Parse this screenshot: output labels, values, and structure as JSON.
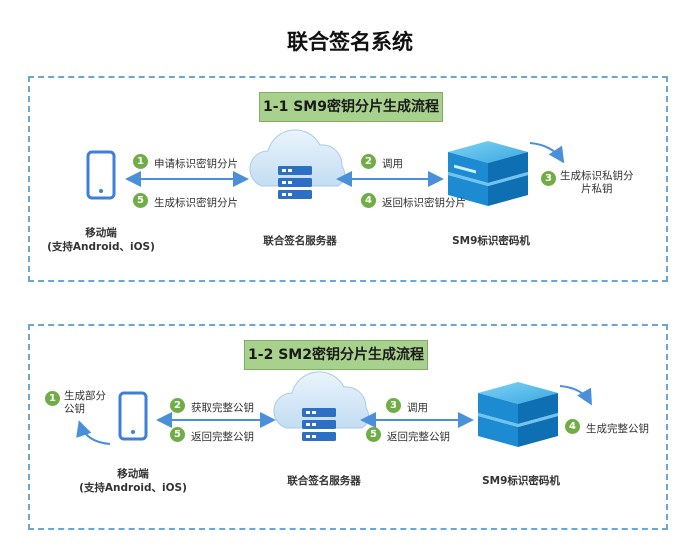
{
  "title": "联合签名系统",
  "panel1": {
    "banner": "1-1 SM9密钥分片生成流程",
    "mobile_line1": "移动端",
    "mobile_line2": "(支持Android、iOS)",
    "server_label": "联合签名服务器",
    "hsm_label": "SM9标识密码机",
    "steps": [
      {
        "num": "1",
        "text": "申请标识密钥分片"
      },
      {
        "num": "5",
        "text": "生成标识密钥分片"
      },
      {
        "num": "2",
        "text": "调用"
      },
      {
        "num": "4",
        "text": "返回标识密钥分片"
      },
      {
        "num": "3",
        "text": "生成标识私钥分",
        "text2": "片私钥"
      }
    ]
  },
  "panel2": {
    "banner": "1-2 SM2密钥分片生成流程",
    "mobile_line1": "移动端",
    "mobile_line2": "(支持Android、iOS)",
    "server_label": "联合签名服务器",
    "hsm_label": "SM9标识密码机",
    "steps": [
      {
        "num": "1",
        "text": "生成部分",
        "text2": "公钥"
      },
      {
        "num": "2",
        "text": "获取完整公钥"
      },
      {
        "num": "5",
        "text": "返回完整公钥"
      },
      {
        "num": "3",
        "text": "调用"
      },
      {
        "num": "5",
        "text": "返回完整公钥"
      },
      {
        "num": "4",
        "text": "生成完整公钥"
      }
    ]
  },
  "colors": {
    "accent": "#3d8fd9",
    "badge": "#70ad47",
    "banner": "#a9d18e",
    "border": "#6aa6d6"
  }
}
